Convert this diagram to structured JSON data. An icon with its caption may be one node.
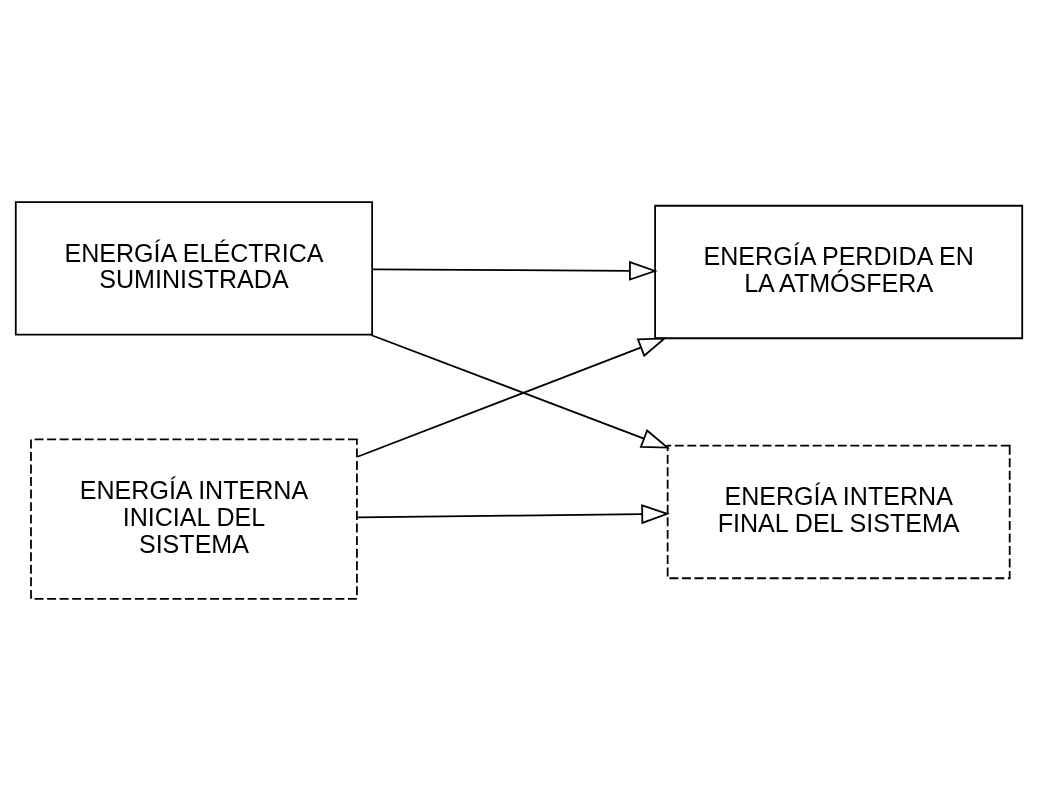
{
  "diagram": {
    "nodes": [
      {
        "text": [
          "ENERGÍA ELÉCTRICA SUMINISTRADA"
        ]
      },
      {
        "text": [
          "ENERGÍA INTERNA INICIAL DEL SISTEMA"
        ]
      },
      {
        "text": [
          "ENERGÍA PERDIDA EN LA ATMÓSFERA"
        ]
      },
      {
        "text": [
          "ENERGÍA INTERNA FINAL DEL SISTEMA"
        ]
      }
    ],
    "edges": [
      {
        "from": 0,
        "to": 2,
        "arrow": "to"
      },
      {
        "from": 0,
        "to": 3,
        "arrow": "to"
      },
      {
        "from": 1,
        "to": 2,
        "arrow": "to"
      },
      {
        "from": 1,
        "to": 3,
        "arrow": "to"
      }
    ]
  }
}
